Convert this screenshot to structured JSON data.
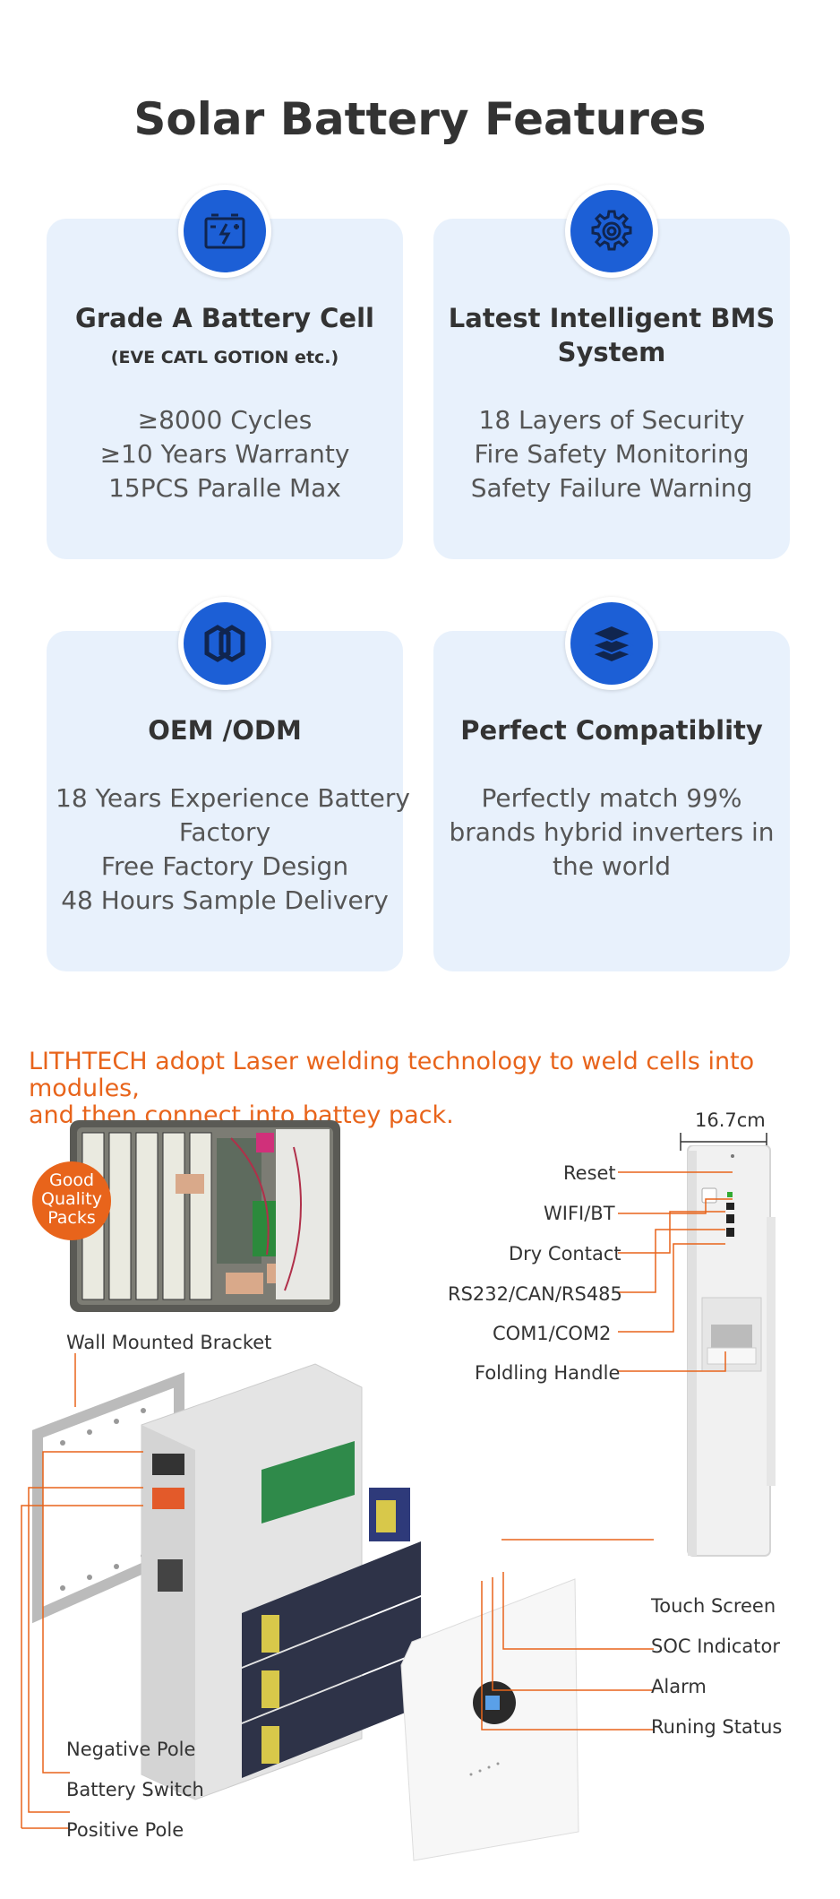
{
  "page_title": "Solar Battery Features",
  "features": [
    {
      "icon": "battery-icon",
      "title": "Grade A Battery Cell",
      "subtitle": "(EVE CATL GOTION etc.)",
      "lines": [
        "≥8000 Cycles",
        "≥10 Years Warranty",
        "15PCS Paralle Max"
      ]
    },
    {
      "icon": "gear-icon",
      "title_lines": [
        "Latest Intelligent BMS",
        "System"
      ],
      "lines": [
        "18 Layers of Security",
        "Fire Safety Monitoring",
        "Safety Failure Warning"
      ]
    },
    {
      "icon": "hexagon-link-icon",
      "title": "OEM /ODM",
      "lines": [
        "18 Years Experience Battery",
        "Factory",
        "Free Factory Design",
        "48 Hours Sample Delivery"
      ]
    },
    {
      "icon": "layers-icon",
      "title": "Perfect Compatiblity",
      "lines": [
        "Perfectly match 99%",
        "brands hybrid inverters in",
        "the world"
      ]
    }
  ],
  "laser_text": [
    "LITHTECH adopt Laser welding technology to weld cells into modules,",
    "and then connect into battey pack."
  ],
  "badge_lines": [
    "Good",
    "Quality",
    "Packs"
  ],
  "dimension": "16.7cm",
  "side_labels": [
    "Reset",
    "WIFI/BT",
    "Dry Contact",
    "RS232/CAN/RS485",
    "COM1/COM2",
    "Foldling Handle"
  ],
  "front_labels": [
    "Touch Screen",
    "SOC Indicator",
    "Alarm",
    "Runing Status"
  ],
  "left_labels": {
    "bracket": "Wall Mounted Bracket",
    "negative": "Negative Pole",
    "switch": "Battery Switch",
    "positive": "Positive Pole"
  },
  "colors": {
    "accent_blue": "#1c5fd6",
    "card_bg": "#e8f1fc",
    "orange": "#e8641b"
  }
}
